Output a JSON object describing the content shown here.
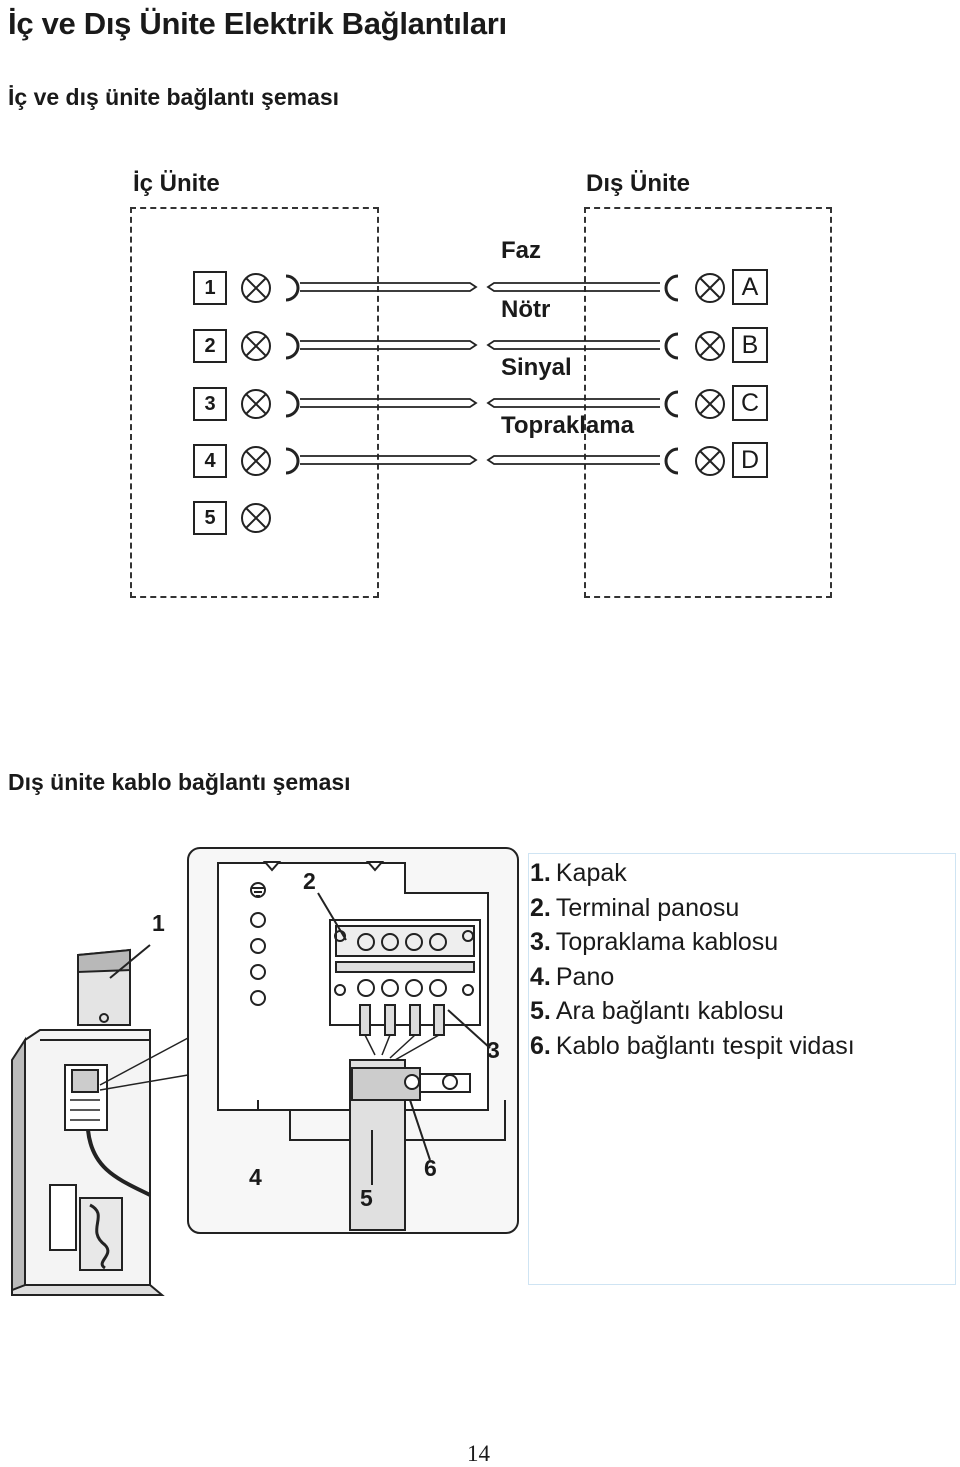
{
  "page": {
    "title": "İç ve Dış Ünite Elektrik Bağlantıları",
    "section1_title": "İç ve dış ünite bağlantı şeması",
    "section2_title": "Dış ünite kablo bağlantı şeması",
    "page_number": "14"
  },
  "wiring": {
    "indoor_label": "İç Ünite",
    "outdoor_label": "Dış Ünite",
    "indoor_terminals": [
      "1",
      "2",
      "3",
      "4",
      "5"
    ],
    "outdoor_terminals": [
      "A",
      "B",
      "C",
      "D"
    ],
    "wire_labels": [
      "Faz",
      "Nötr",
      "Sinyal",
      "Topraklama"
    ]
  },
  "photo": {
    "callouts": [
      "1",
      "2",
      "3",
      "4",
      "5",
      "6"
    ]
  },
  "legend": {
    "items": [
      {
        "num": "1.",
        "text": "Kapak"
      },
      {
        "num": "2.",
        "text": "Terminal panosu"
      },
      {
        "num": "3.",
        "text": "Topraklama kablosu"
      },
      {
        "num": "4.",
        "text": "Pano"
      },
      {
        "num": "5.",
        "text": "Ara bağlantı kablosu"
      },
      {
        "num": "6.",
        "text": "Kablo bağlantı tespit vidası"
      }
    ]
  }
}
